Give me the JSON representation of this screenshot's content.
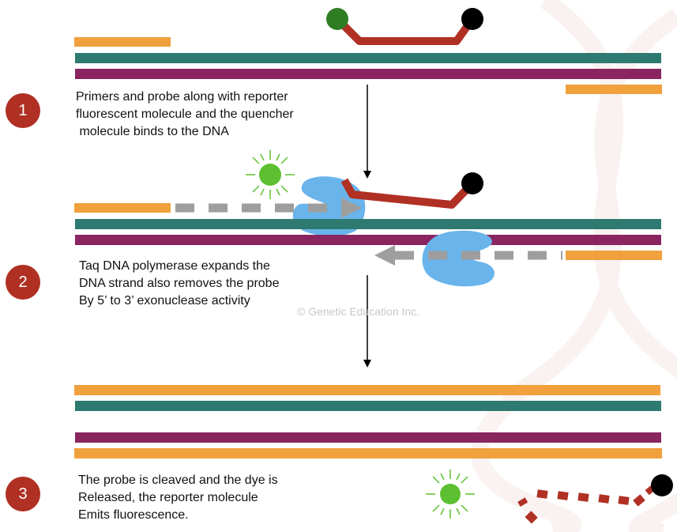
{
  "steps": [
    {
      "number": "1",
      "text": "Primers and probe along with reporter\nfluorescent molecule and the quencher\n molecule binds to the DNA"
    },
    {
      "number": "2",
      "text": "Taq DNA polymerase expands the\nDNA strand also removes the probe\nBy 5’ to 3’ exonuclease activity"
    },
    {
      "number": "3",
      "text": "The probe is cleaved and the dye is\nReleased, the reporter molecule\nEmits fluorescence."
    }
  ],
  "watermark": "© Genetic Education Inc.",
  "colors": {
    "primer": "#f0a03c",
    "strand_top": "#2f7a70",
    "strand_bottom": "#8a2560",
    "probe": "#b03024",
    "reporter": "#2e7d22",
    "reporter_glow": "#5cc030",
    "quencher": "#000000",
    "polymerase": "#6ab4ec",
    "arrow_dash": "#9e9e9e",
    "badge": "#b03024"
  }
}
